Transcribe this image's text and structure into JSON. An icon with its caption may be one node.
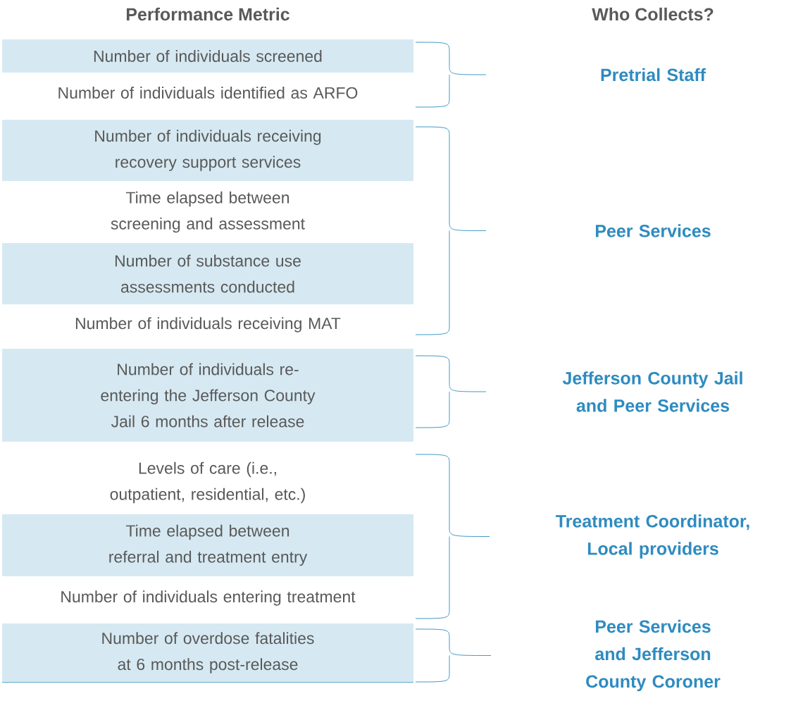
{
  "diagram": {
    "nodes": [
      {
        "text": [
          "Number of individuals screened"
        ]
      },
      {
        "text": [
          "Number of individuals identified as ARFO"
        ]
      },
      {
        "text": [
          "Number of individuals receiving recovery support services"
        ]
      },
      {
        "text": [
          "Time elapsed between screening and assessment"
        ]
      },
      {
        "text": [
          "Number of substance use assessments conducted"
        ]
      },
      {
        "text": [
          "Number of individuals receiving MAT"
        ]
      },
      {
        "text": [
          "Number of individuals re-entering the Jefferson County Jail 6 months after release"
        ]
      },
      {
        "text": [
          "Levels of care (i.e., outpatient, residential, etc.)"
        ]
      },
      {
        "text": [
          "Time elapsed between referral and treatment entry"
        ]
      },
      {
        "text": [
          "Number of individuals entering treatment"
        ]
      },
      {
        "text": [
          "Number of overdose fatalities at 6 months post-release"
        ]
      },
      {
        "text": [
          "Pretrial Staff"
        ]
      },
      {
        "text": [
          "Peer Services"
        ]
      },
      {
        "text": [
          "Jefferson County Jail and Peer Services"
        ]
      },
      {
        "text": [
          "Treatment Coordinator, Local providers"
        ]
      },
      {
        "text": [
          "Peer Services and Jefferson County Coroner"
        ]
      }
    ],
    "labels": [
      "Performance Metric",
      "Who Collects?"
    ]
  }
}
